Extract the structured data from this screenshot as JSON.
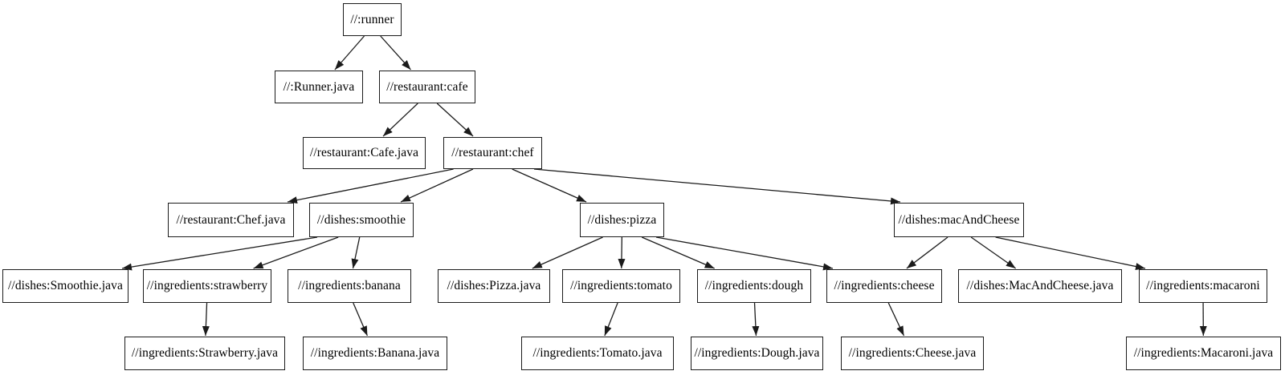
{
  "graph": {
    "type": "dependency-graph",
    "colors": {
      "background": "#ffffff",
      "node_fill": "#ffffff",
      "node_border": "#1b1b1b",
      "edge": "#1b1b1b",
      "text": "#000000"
    },
    "nodes": [
      {
        "id": "runner",
        "label": "//:runner"
      },
      {
        "id": "runner-java",
        "label": "//:Runner.java"
      },
      {
        "id": "cafe",
        "label": "//restaurant:cafe"
      },
      {
        "id": "cafe-java",
        "label": "//restaurant:Cafe.java"
      },
      {
        "id": "chef",
        "label": "//restaurant:chef"
      },
      {
        "id": "chef-java",
        "label": "//restaurant:Chef.java"
      },
      {
        "id": "smoothie",
        "label": "//dishes:smoothie"
      },
      {
        "id": "pizza",
        "label": "//dishes:pizza"
      },
      {
        "id": "mac-and-cheese",
        "label": "//dishes:macAndCheese"
      },
      {
        "id": "smoothie-java",
        "label": "//dishes:Smoothie.java"
      },
      {
        "id": "strawberry",
        "label": "//ingredients:strawberry"
      },
      {
        "id": "banana",
        "label": "//ingredients:banana"
      },
      {
        "id": "pizza-java",
        "label": "//dishes:Pizza.java"
      },
      {
        "id": "tomato",
        "label": "//ingredients:tomato"
      },
      {
        "id": "dough",
        "label": "//ingredients:dough"
      },
      {
        "id": "cheese",
        "label": "//ingredients:cheese"
      },
      {
        "id": "mac-and-cheese-java",
        "label": "//dishes:MacAndCheese.java"
      },
      {
        "id": "macaroni",
        "label": "//ingredients:macaroni"
      },
      {
        "id": "strawberry-java",
        "label": "//ingredients:Strawberry.java"
      },
      {
        "id": "banana-java",
        "label": "//ingredients:Banana.java"
      },
      {
        "id": "tomato-java",
        "label": "//ingredients:Tomato.java"
      },
      {
        "id": "dough-java",
        "label": "//ingredients:Dough.java"
      },
      {
        "id": "cheese-java",
        "label": "//ingredients:Cheese.java"
      },
      {
        "id": "macaroni-java",
        "label": "//ingredients:Macaroni.java"
      }
    ],
    "edges": [
      {
        "from": "runner",
        "to": "runner-java"
      },
      {
        "from": "runner",
        "to": "cafe"
      },
      {
        "from": "cafe",
        "to": "cafe-java"
      },
      {
        "from": "cafe",
        "to": "chef"
      },
      {
        "from": "chef",
        "to": "chef-java"
      },
      {
        "from": "chef",
        "to": "smoothie"
      },
      {
        "from": "chef",
        "to": "pizza"
      },
      {
        "from": "chef",
        "to": "mac-and-cheese"
      },
      {
        "from": "smoothie",
        "to": "smoothie-java"
      },
      {
        "from": "smoothie",
        "to": "strawberry"
      },
      {
        "from": "smoothie",
        "to": "banana"
      },
      {
        "from": "strawberry",
        "to": "strawberry-java"
      },
      {
        "from": "banana",
        "to": "banana-java"
      },
      {
        "from": "pizza",
        "to": "pizza-java"
      },
      {
        "from": "pizza",
        "to": "tomato"
      },
      {
        "from": "pizza",
        "to": "dough"
      },
      {
        "from": "pizza",
        "to": "cheese"
      },
      {
        "from": "tomato",
        "to": "tomato-java"
      },
      {
        "from": "dough",
        "to": "dough-java"
      },
      {
        "from": "cheese",
        "to": "cheese-java"
      },
      {
        "from": "mac-and-cheese",
        "to": "cheese"
      },
      {
        "from": "mac-and-cheese",
        "to": "mac-and-cheese-java"
      },
      {
        "from": "mac-and-cheese",
        "to": "macaroni"
      },
      {
        "from": "macaroni",
        "to": "macaroni-java"
      }
    ]
  }
}
